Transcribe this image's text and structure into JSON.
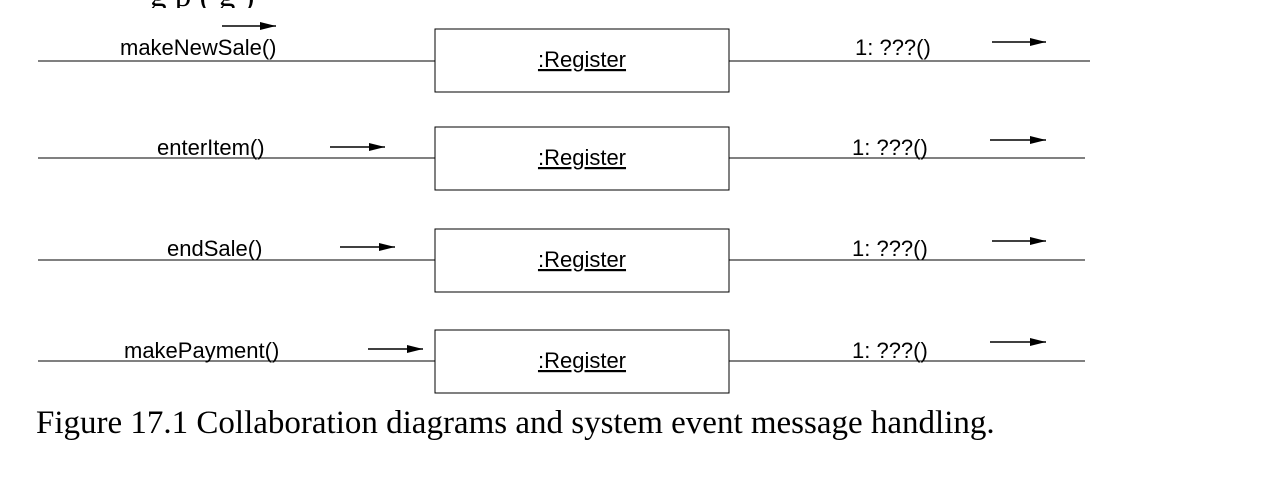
{
  "rows": [
    {
      "in_message": "makeNewSale()",
      "object": ":Register",
      "out_message": "1: ???()"
    },
    {
      "in_message": "enterItem()",
      "object": ":Register",
      "out_message": "1: ???()"
    },
    {
      "in_message": "endSale()",
      "object": ":Register",
      "out_message": "1: ???()"
    },
    {
      "in_message": "makePayment()",
      "object": ":Register",
      "out_message": "1: ???()"
    }
  ],
  "caption": "Figure 17.1 Collaboration diagrams and system event message handling."
}
